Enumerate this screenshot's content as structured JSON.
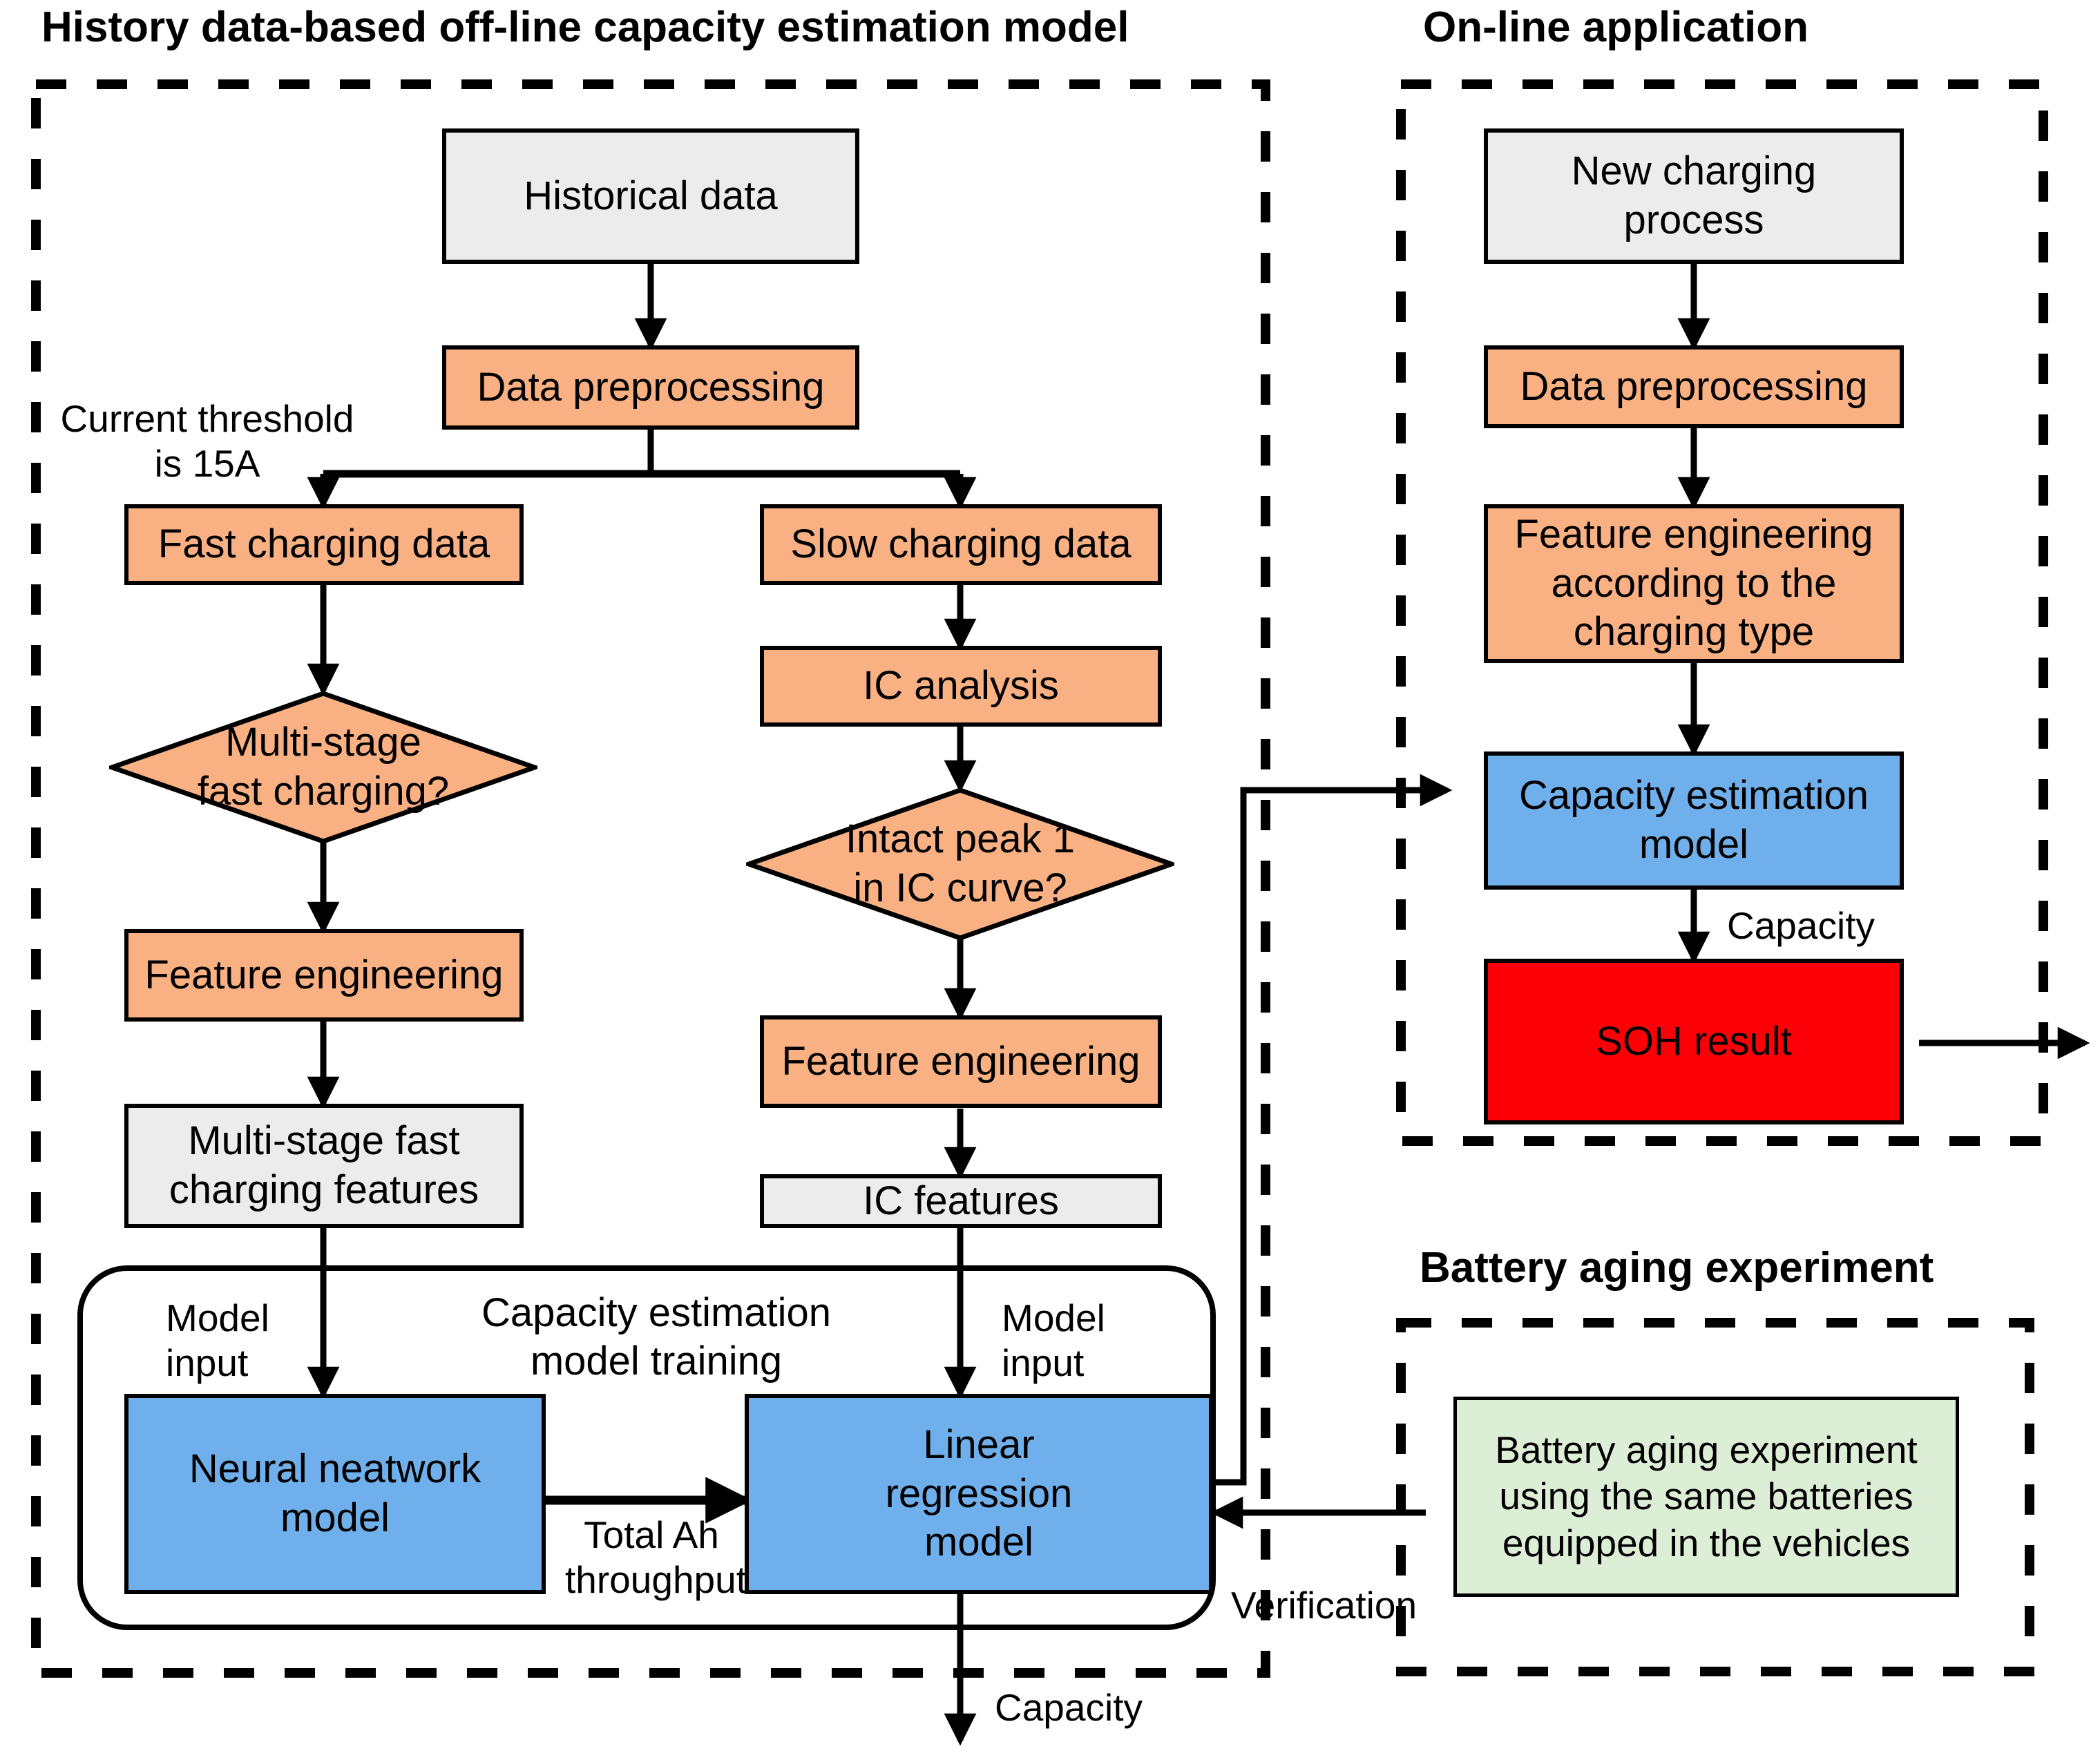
{
  "sections": [
    {
      "id": "offline",
      "title": "History data-based off-line capacity estimation model"
    },
    {
      "id": "online",
      "title": "On-line application"
    },
    {
      "id": "aging",
      "title": "Battery aging experiment"
    }
  ],
  "colors": {
    "gray": "#ececec",
    "orange": "#f9b183",
    "blue": "#6fb0ec",
    "red": "#fb0007",
    "green": "#ddeed6",
    "stroke": "#000000"
  },
  "offline": {
    "nodes": {
      "historical_data": "Historical data",
      "data_preprocessing": "Data preprocessing",
      "fast_charging_data": "Fast charging data",
      "slow_charging_data": "Slow charging data",
      "multi_stage_decision": "Multi-stage\nfast charging?",
      "ic_analysis": "IC analysis",
      "intact_peak_decision": "Intact peak 1\nin IC curve?",
      "feature_engineering_fast": "Feature engineering",
      "feature_engineering_slow": "Feature engineering",
      "multi_stage_features": "Multi-stage fast\ncharging features",
      "ic_features": "IC features",
      "neural_network_model": "Neural neatwork\nmodel",
      "linear_regression_model": "Linear\nregression\nmodel"
    },
    "labels": {
      "current_threshold": "Current threshold\nis 15A",
      "model_input_left": "Model\ninput",
      "model_input_right": "Model\ninput",
      "training_group": "Capacity estimation\nmodel training",
      "total_ah": "Total Ah\nthroughput",
      "capacity_out": "Capacity",
      "verification": "Verification"
    }
  },
  "online": {
    "nodes": {
      "new_charging_process": "New charging\nprocess",
      "data_preprocessing": "Data preprocessing",
      "feature_engineering": "Feature engineering\naccording to the\ncharging type",
      "capacity_estimation_model": "Capacity estimation\nmodel",
      "soh_result": "SOH result"
    },
    "labels": {
      "capacity": "Capacity"
    }
  },
  "aging": {
    "nodes": {
      "battery_aging_experiment": "Battery aging experiment\nusing the same batteries\nequipped in the vehicles"
    }
  }
}
